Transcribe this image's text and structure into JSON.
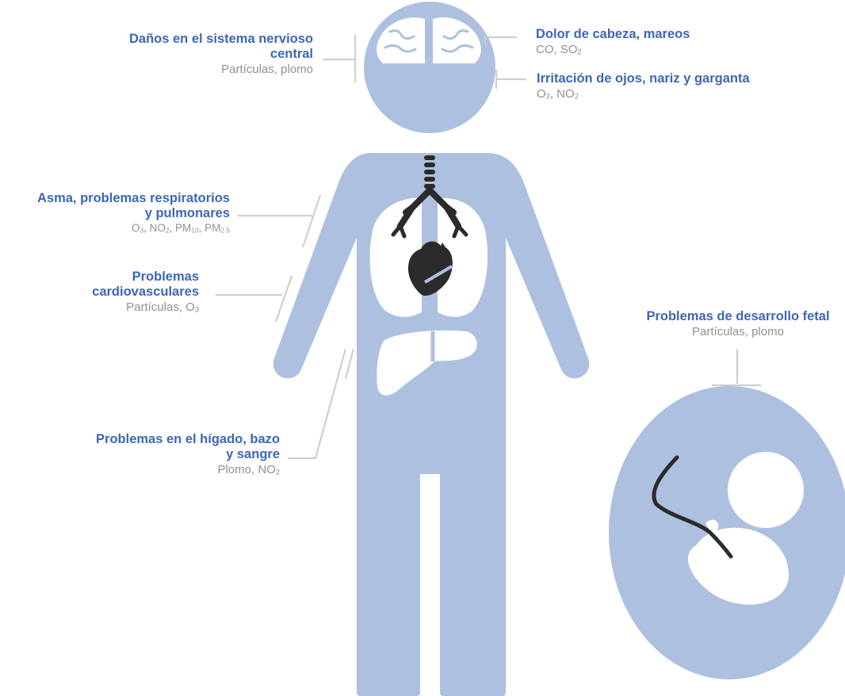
{
  "colors": {
    "body": "#adc0df",
    "organ": "#ffffff",
    "dark": "#2b2b2b",
    "title": "#3f66b4",
    "subtitle": "#909090",
    "line": "#cfcfcf"
  },
  "labels": {
    "cns": {
      "title_1": "Daños en el sistema nervioso",
      "title_2": "central",
      "sub": "Partículas, plomo"
    },
    "headache": {
      "title": "Dolor de cabeza, mareos",
      "sub_a": "CO, SO",
      "sub_a_sub": "2"
    },
    "irritation": {
      "title": "Irritación de ojos, nariz y garganta",
      "sub_a": "O",
      "sub_a_sub": "3",
      "sub_b": ", NO",
      "sub_b_sub": "2"
    },
    "asthma": {
      "title_1": "Asma, problemas respiratorios",
      "title_2": "y pulmonares",
      "p1": "O",
      "p1_sub": "3",
      "p2": ", NO",
      "p2_sub": "2",
      "p3": ", PM",
      "p3_sub": "10",
      "p4": ", PM",
      "p4_sub": "2.5"
    },
    "cardio": {
      "title_1": "Problemas",
      "title_2": "cardiovasculares",
      "sub_a": "Partículas,  O",
      "sub_a_sub": "3"
    },
    "fetal": {
      "title": "Problemas de desarrollo fetal",
      "sub": "Partículas, plomo"
    },
    "liver": {
      "title_1": "Problemas en el hígado, bazo",
      "title_2": "y sangre",
      "sub_a": "Plomo, NO",
      "sub_a_sub": "2"
    }
  }
}
